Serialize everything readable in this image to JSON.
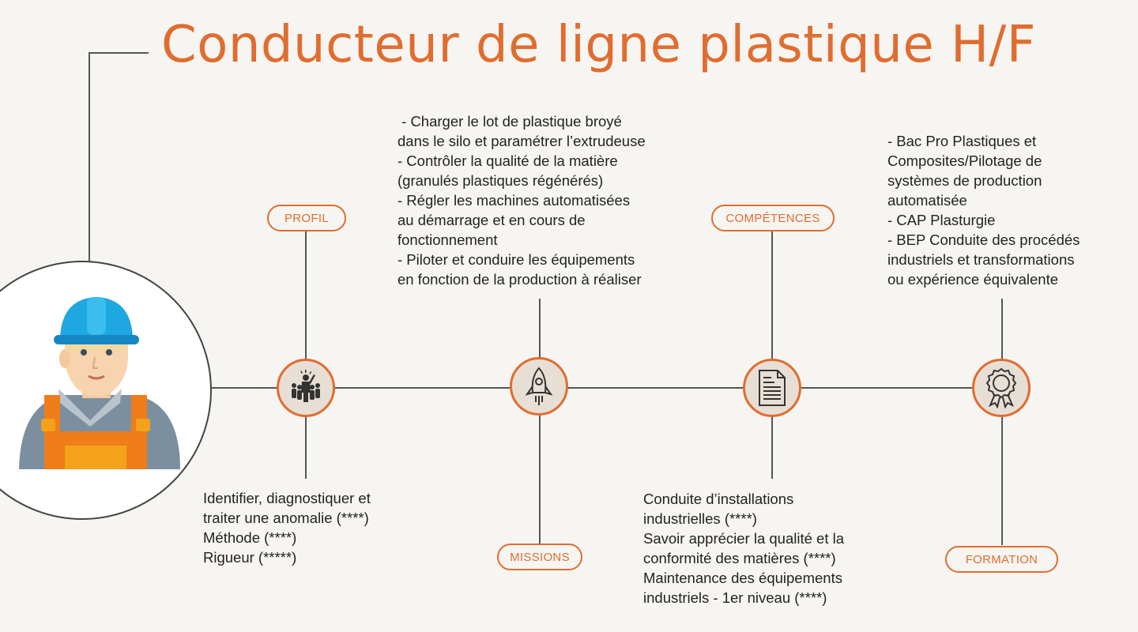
{
  "title": "Conducteur de ligne plastique H/F",
  "colors": {
    "accent": "#e06d2f",
    "node_fill": "#e7dfd6",
    "line": "#555555",
    "background": "#f7f5f2"
  },
  "profil": {
    "label": "PROFIL",
    "icon": "team-leader-icon",
    "items": [
      "Identifier, diagnostiquer et",
      "traiter une anomalie (****)",
      "Méthode (****)",
      "Rigueur (*****)"
    ]
  },
  "missions": {
    "label": "MISSIONS",
    "icon": "rocket-icon",
    "items": [
      " - Charger le lot de plastique broyé",
      "dans le silo et paramétrer l’extrudeuse",
      "- Contrôler la qualité de la matière",
      "(granulés plastiques régénérés)",
      "- Régler les machines automatisées",
      "au démarrage et en cours de",
      "fonctionnement",
      "- Piloter et conduire les équipements",
      "en fonction de la production à réaliser"
    ]
  },
  "competences": {
    "label": "COMPÉTENCES",
    "icon": "document-icon",
    "items": [
      "Conduite d’installations",
      "industrielles (****)",
      "Savoir apprécier la qualité et la",
      "conformité des matières (****)",
      "Maintenance des équipements",
      "industriels - 1er niveau (****)"
    ]
  },
  "formation": {
    "label": "FORMATION",
    "icon": "certificate-badge-icon",
    "items": [
      "- Bac Pro Plastiques et",
      "Composites/Pilotage de",
      "systèmes de production",
      "automatisée",
      "- CAP Plasturgie",
      "- BEP Conduite des procédés",
      "industriels et transformations",
      "ou expérience équivalente"
    ]
  },
  "avatar_icon": "worker-avatar-icon"
}
